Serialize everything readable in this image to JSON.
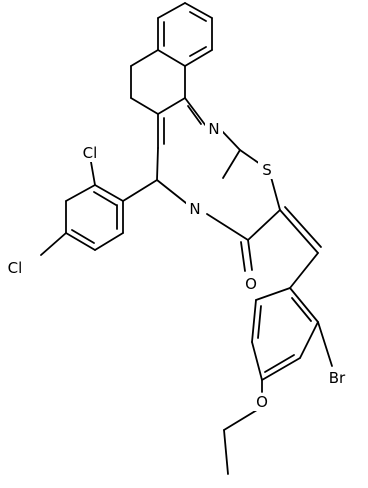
{
  "atoms": {
    "n_imine": "N",
    "n_ring": "N",
    "s_ring": "S",
    "o_carbonyl": "O",
    "cl_ortho": "Cl",
    "cl_para": "Cl",
    "br": "Br",
    "o_ether": "O"
  },
  "colors": {
    "bond": "#000000",
    "background": "#ffffff"
  }
}
